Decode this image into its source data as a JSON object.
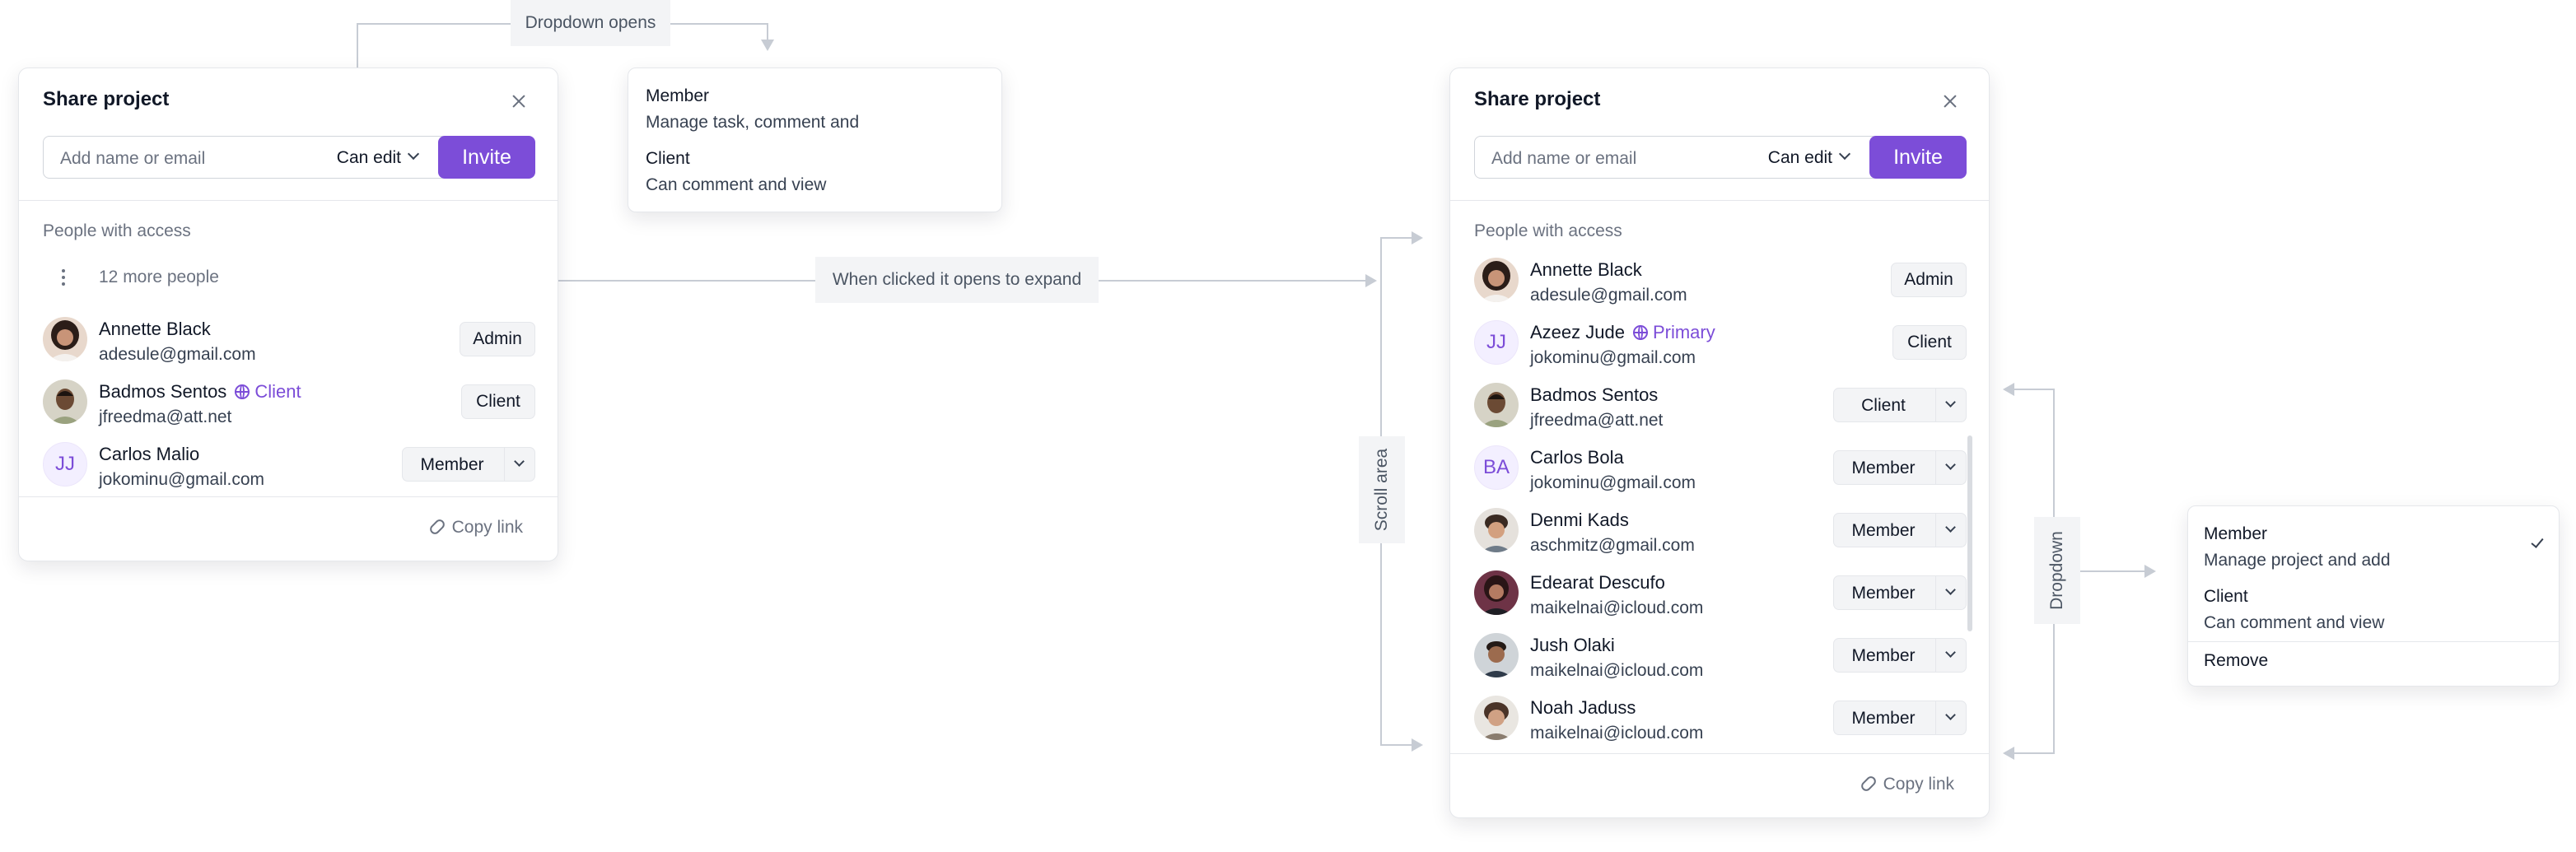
{
  "left_card": {
    "title": "Share project",
    "input_placeholder": "Add name or email",
    "permission": "Can edit",
    "invite": "Invite",
    "section": "People with access",
    "more_people": "12 more people",
    "people": [
      {
        "name": "Annette Black",
        "email": "adesule@gmail.com",
        "role": "Admin"
      },
      {
        "name": "Badmos Sentos",
        "tag": "Client",
        "email": "jfreedma@att.net",
        "role": "Client"
      },
      {
        "name": "Carlos Malio",
        "initials": "JJ",
        "email": "jokominu@gmail.com",
        "role": "Member"
      }
    ],
    "copy_link": "Copy link"
  },
  "dropdown_preview": {
    "items": [
      {
        "title": "Member",
        "desc": "Manage task, comment and"
      },
      {
        "title": "Client",
        "desc": "Can comment and view"
      }
    ]
  },
  "right_card": {
    "title": "Share project",
    "input_placeholder": "Add name or email",
    "permission": "Can edit",
    "invite": "Invite",
    "section": "People with access",
    "people": [
      {
        "name": "Annette Black",
        "email": "adesule@gmail.com",
        "role": "Admin"
      },
      {
        "name": "Azeez Jude",
        "initials": "JJ",
        "tag": "Primary",
        "email": "jokominu@gmail.com",
        "role": "Client"
      },
      {
        "name": "Badmos Sentos",
        "email": "jfreedma@att.net",
        "role": "Client"
      },
      {
        "name": "Carlos Bola",
        "initials": "BA",
        "email": "jokominu@gmail.com",
        "role": "Member"
      },
      {
        "name": "Denmi Kads",
        "email": "aschmitz@gmail.com",
        "role": "Member"
      },
      {
        "name": "Edearat Descufo",
        "email": "maikelnai@icloud.com",
        "role": "Member"
      },
      {
        "name": "Jush Olaki",
        "email": "maikelnai@icloud.com",
        "role": "Member"
      },
      {
        "name": "Noah Jaduss",
        "email": "maikelnai@icloud.com",
        "role": "Member"
      }
    ],
    "copy_link": "Copy link"
  },
  "role_menu": {
    "items": [
      {
        "title": "Member",
        "desc": "Manage project and add",
        "selected": true
      },
      {
        "title": "Client",
        "desc": "Can comment and view"
      }
    ],
    "remove": "Remove"
  },
  "annotations": {
    "dropdown_opens": "Dropdown opens",
    "expand": "When clicked it opens to expand",
    "scroll_area": "Scroll area",
    "dropdown": "Dropdown"
  },
  "colors": {
    "accent": "#7c4dd8",
    "connector": "#c7ccd4"
  }
}
